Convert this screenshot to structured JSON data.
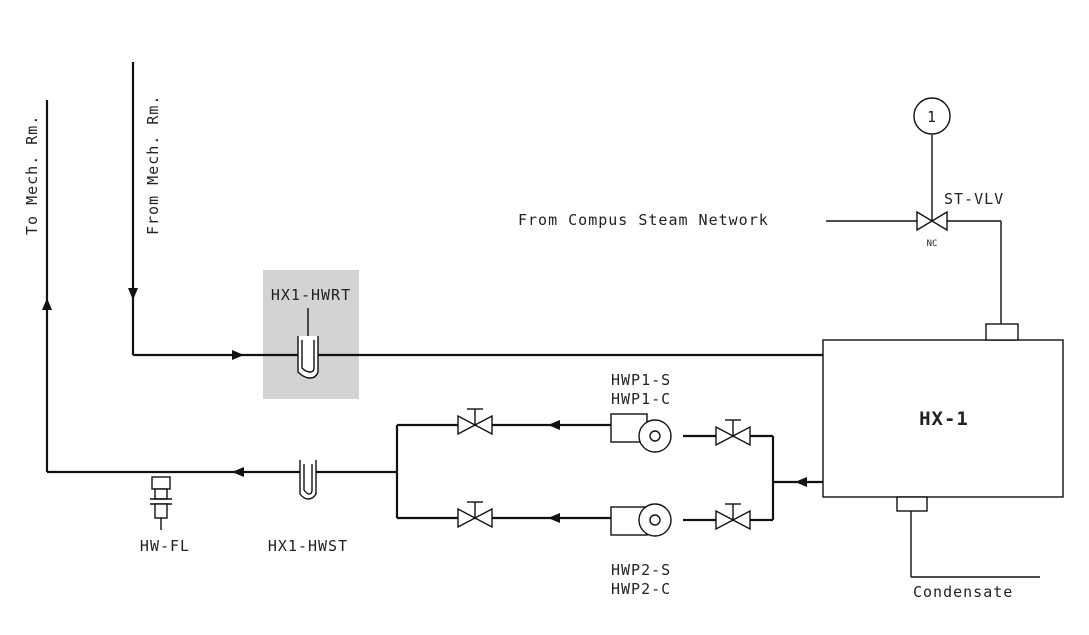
{
  "labels": {
    "to_mech": "To Mech. Rm.",
    "from_mech": "From Mech. Rm.",
    "steam_source": "From Compus Steam Network",
    "st_vlv": "ST-VLV",
    "nc": "NC",
    "circle_tag": "1",
    "hx1_hwrt": "HX1-HWRT",
    "hx1": "HX-1",
    "hwp1_s": "HWP1-S",
    "hwp1_c": "HWP1-C",
    "hwp2_s": "HWP2-S",
    "hwp2_c": "HWP2-C",
    "hw_fl": "HW-FL",
    "hx1_hwst": "HX1-HWST",
    "condensate": "Condensate"
  },
  "highlight_color": "#d3d3d3"
}
